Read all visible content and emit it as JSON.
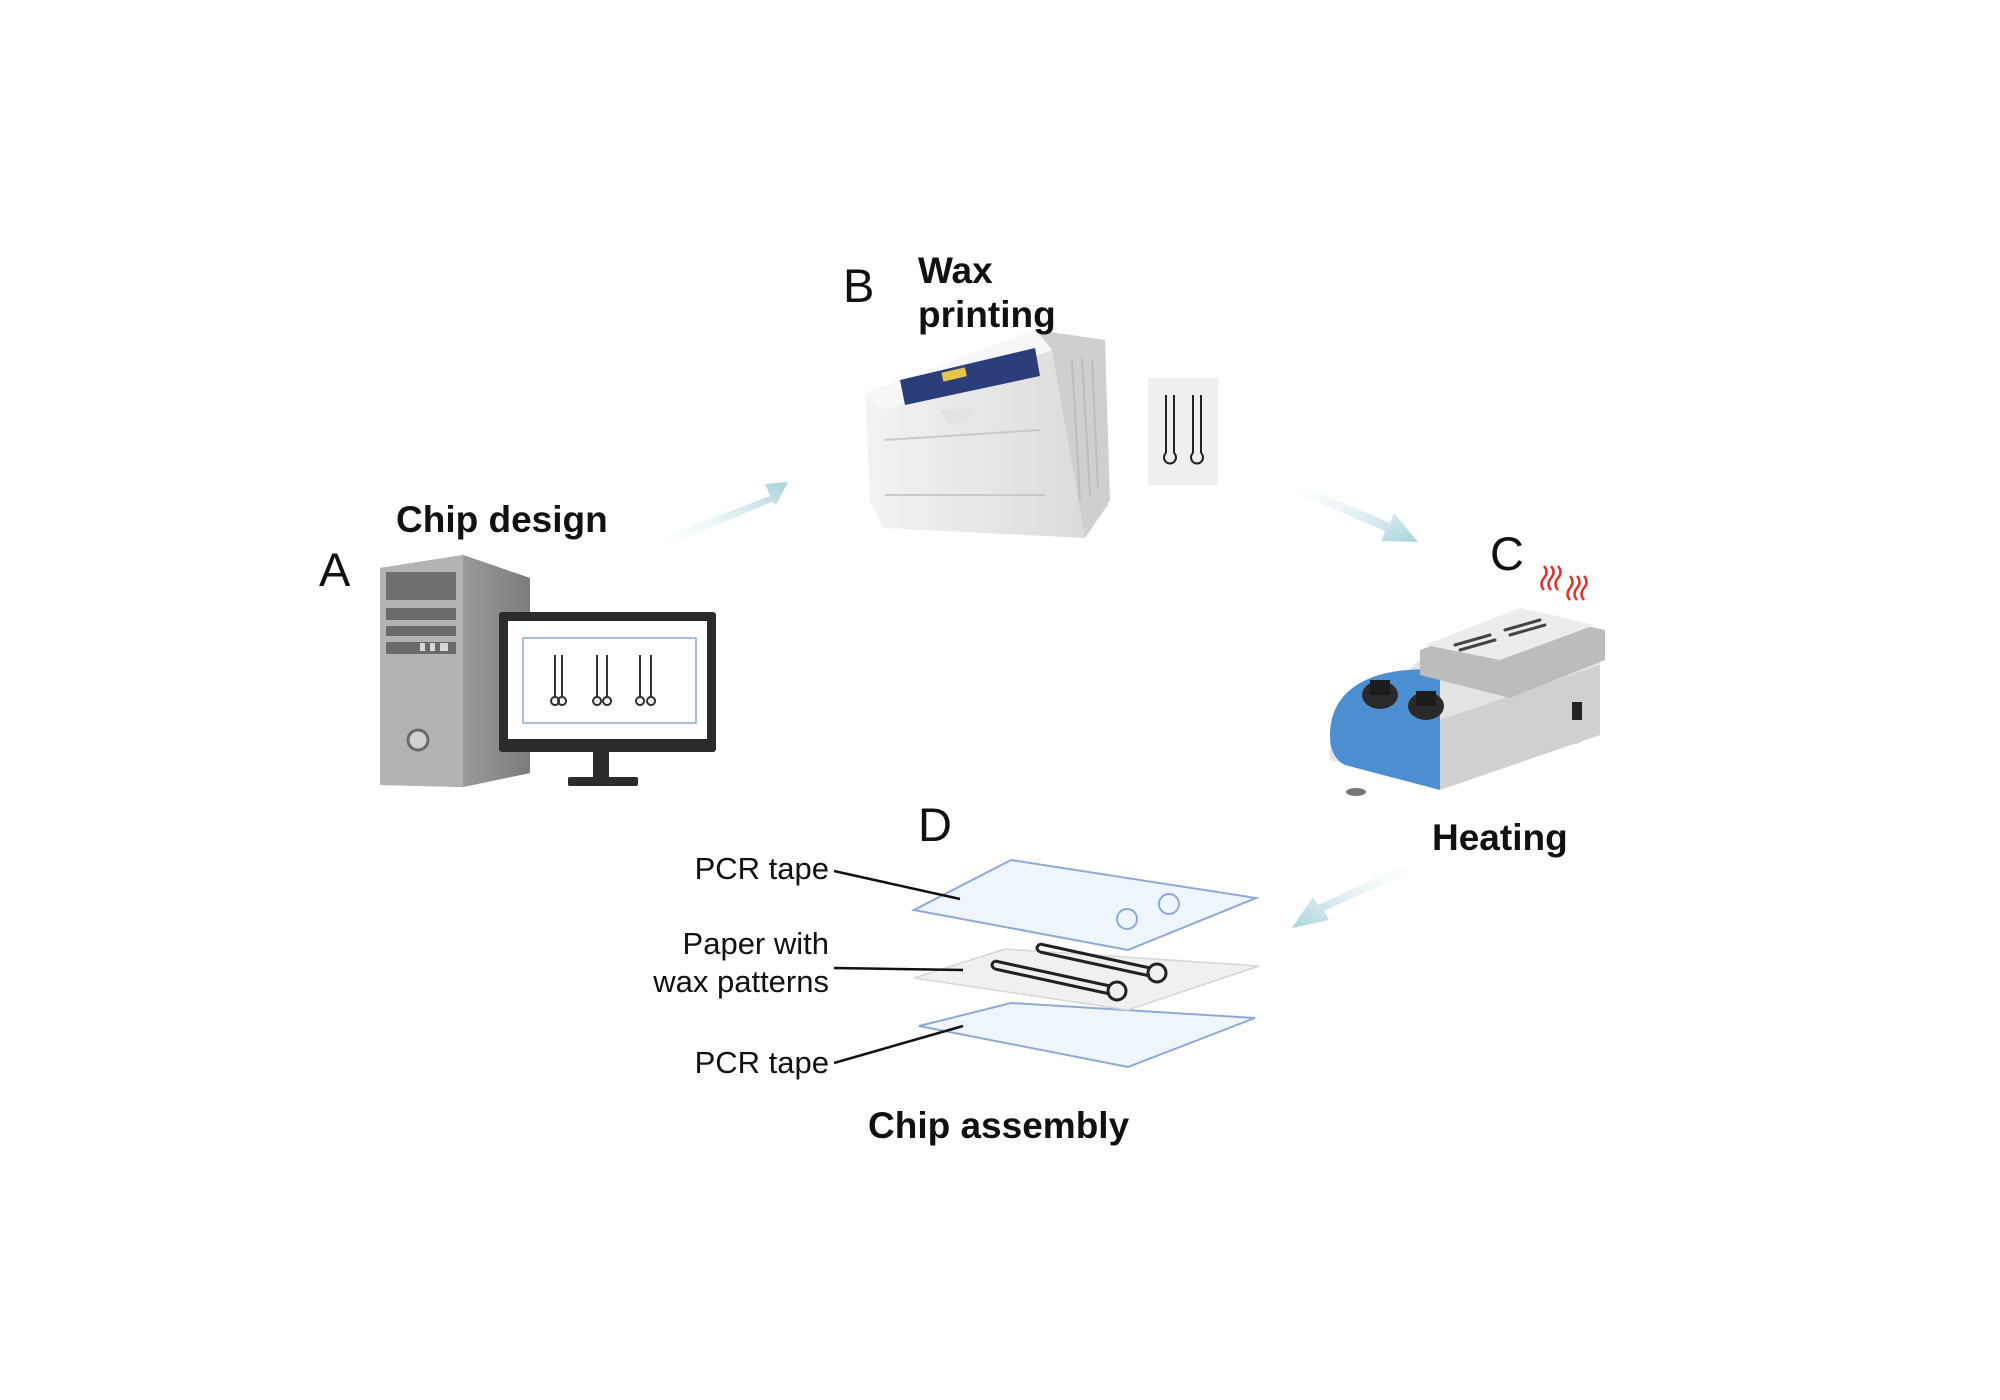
{
  "steps": {
    "a": {
      "letter": "A",
      "title": "Chip design"
    },
    "b": {
      "letter": "B",
      "title_line1": "Wax",
      "title_line2": "printing"
    },
    "c": {
      "letter": "C",
      "title": "Heating"
    },
    "d": {
      "letter": "D",
      "title": "Chip assembly"
    }
  },
  "layers": {
    "top": "PCR tape",
    "middle_line1": "Paper with",
    "middle_line2": "wax patterns",
    "bottom": "PCR tape"
  },
  "colors": {
    "arrow": "#a8d2dc",
    "tape_fill": "#eef5fd",
    "tape_stroke": "#8fa9d4",
    "paper_fill": "#f1f0ee",
    "hotplate_panel": "#4b8fd1",
    "heat_waves": "#e0302a",
    "printer_panel": "#2c3e7a"
  },
  "icons": [
    "computer-tower-icon",
    "monitor-icon",
    "printer-icon",
    "printed-paper-icon",
    "hotplate-icon",
    "heat-waves-icon"
  ]
}
